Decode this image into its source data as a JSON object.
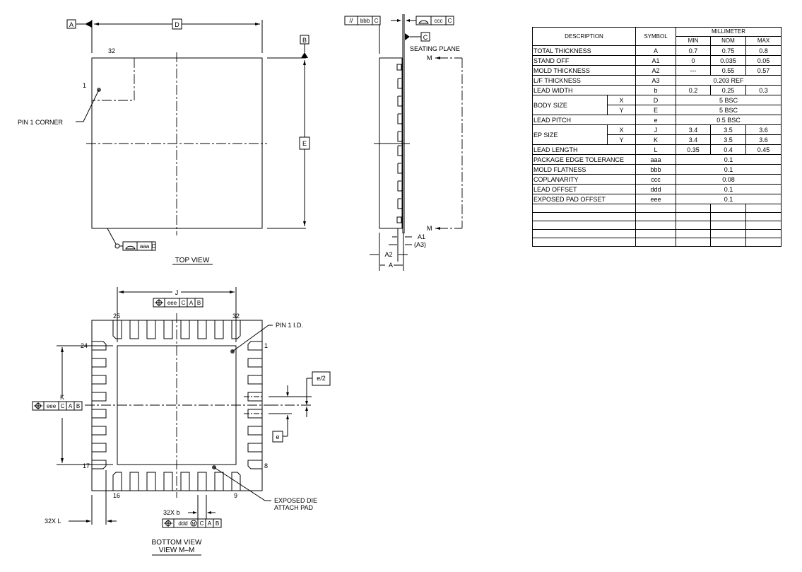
{
  "top_view": {
    "title": "TOP VIEW",
    "datum_a": "A",
    "datum_b": "B",
    "dim_d": "D",
    "dim_e": "E",
    "pin_32": "32",
    "pin_1": "1",
    "pin1_corner_label": "PIN 1 CORNER",
    "tolerance_frame": {
      "symbol": "profile-of-surface",
      "value": "aaa",
      "datum": "C"
    }
  },
  "side_view": {
    "parallelism_frame": {
      "symbol": "//",
      "value": "bbb",
      "datum": "C"
    },
    "coplanarity_frame": {
      "symbol": "profile-of-surface",
      "value": "ccc",
      "datum": "C"
    },
    "datum_c": "C",
    "seating_plane_label": "SEATING PLANE",
    "section_mark_top": "M",
    "section_mark_bottom": "M",
    "dim_a1": "A1",
    "dim_a3": "(A3)",
    "dim_a2": "A2",
    "dim_a": "A"
  },
  "bottom_view": {
    "title": "BOTTOM VIEW",
    "subtitle": "VIEW M–M",
    "dim_j": "J",
    "dim_k": "K",
    "pin_labels": {
      "p25": "25",
      "p32": "32",
      "p24": "24",
      "p1": "1",
      "p17": "17",
      "p8": "8",
      "p16": "16",
      "p9": "9"
    },
    "pin1_id_label": "PIN 1 I.D.",
    "exposed_pad_label_line1": "EXPOSED DIE",
    "exposed_pad_label_line2": "ATTACH PAD",
    "e_half_label": "e/2",
    "e_label": "e",
    "lead_width_label": "32X  b",
    "lead_length_label": "32X  L",
    "ep_frame_j": {
      "symbol": "position",
      "value": "eee",
      "datums": [
        "C",
        "A",
        "B"
      ]
    },
    "ep_frame_k": {
      "symbol": "position",
      "value": "eee",
      "datums": [
        "C",
        "A",
        "B"
      ]
    },
    "lead_frame": {
      "symbol": "position",
      "value": "ddd",
      "modifier": "M",
      "datums": [
        "C",
        "A",
        "B"
      ]
    }
  },
  "table": {
    "headers": {
      "description": "DESCRIPTION",
      "symbol": "SYMBOL",
      "unit": "MILLIMETER",
      "min": "MIN",
      "nom": "NOM",
      "max": "MAX"
    },
    "rows": [
      {
        "description": "TOTAL THICKNESS",
        "symbol": "A",
        "min": "0.7",
        "nom": "0.75",
        "max": "0.8"
      },
      {
        "description": "STAND OFF",
        "symbol": "A1",
        "min": "0",
        "nom": "0.035",
        "max": "0.05"
      },
      {
        "description": "MOLD THICKNESS",
        "symbol": "A2",
        "min": "---",
        "nom": "0.55",
        "max": "0.57"
      },
      {
        "description": "L/F THICKNESS",
        "symbol": "A3",
        "value": "0.203 REF"
      },
      {
        "description": "LEAD WIDTH",
        "symbol": "b",
        "min": "0.2",
        "nom": "0.25",
        "max": "0.3"
      },
      {
        "description": "BODY SIZE",
        "axis": "X",
        "symbol": "D",
        "value": "5  BSC"
      },
      {
        "description": "",
        "axis": "Y",
        "symbol": "E",
        "value": "5  BSC"
      },
      {
        "description": "LEAD PITCH",
        "symbol": "e",
        "value": "0.5  BSC"
      },
      {
        "description": "EP SIZE",
        "axis": "X",
        "symbol": "J",
        "min": "3.4",
        "nom": "3.5",
        "max": "3.6"
      },
      {
        "description": "",
        "axis": "Y",
        "symbol": "K",
        "min": "3.4",
        "nom": "3.5",
        "max": "3.6"
      },
      {
        "description": "LEAD LENGTH",
        "symbol": "L",
        "min": "0.35",
        "nom": "0.4",
        "max": "0.45"
      },
      {
        "description": "PACKAGE EDGE TOLERANCE",
        "symbol": "aaa",
        "value": "0.1"
      },
      {
        "description": "MOLD FLATNESS",
        "symbol": "bbb",
        "value": "0.1"
      },
      {
        "description": "COPLANARITY",
        "symbol": "ccc",
        "value": "0.08"
      },
      {
        "description": "LEAD OFFSET",
        "symbol": "ddd",
        "value": "0.1"
      },
      {
        "description": "EXPOSED PAD OFFSET",
        "symbol": "eee",
        "value": "0.1"
      }
    ],
    "blank_rows": 5
  }
}
